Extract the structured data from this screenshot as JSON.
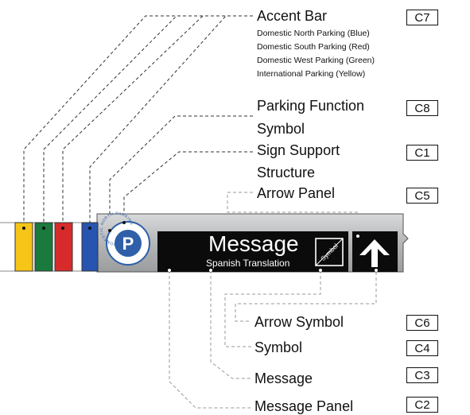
{
  "callouts": {
    "accent_bar": {
      "label": "Accent Bar",
      "code": "C7",
      "items": [
        "Domestic North Parking (Blue)",
        "Domestic South Parking (Red)",
        "Domestic West Parking (Green)",
        "International Parking (Yellow)"
      ]
    },
    "parking_symbol": {
      "label_line1": "Parking Function",
      "label_line2": "Symbol",
      "code": "C8"
    },
    "support": {
      "label_line1": "Sign Support",
      "label_line2": "Structure",
      "code": "C1"
    },
    "arrow_panel": {
      "label": "Arrow Panel",
      "code": "C5"
    },
    "arrow_symbol": {
      "label": "Arrow Symbol",
      "code": "C6"
    },
    "symbol": {
      "label": "Symbol",
      "code": "C4"
    },
    "message": {
      "label": "Message",
      "code": "C3"
    },
    "message_panel": {
      "label": "Message Panel",
      "code": "C2"
    }
  },
  "sign": {
    "message": "Message",
    "translation": "Spanish Translation",
    "symbol_box_text": "Symbol",
    "parking_letter": "P",
    "parking_ring_text": "DOMESTIC NORTH PARKING"
  },
  "colors": {
    "yellow": "#f5c518",
    "green": "#1a7a3e",
    "red": "#d72b2b",
    "blue": "#2654b0",
    "parking_blue": "#2f5fa8",
    "panel_black": "#0b0b0b",
    "sign_gray": "#b7b9bb"
  }
}
